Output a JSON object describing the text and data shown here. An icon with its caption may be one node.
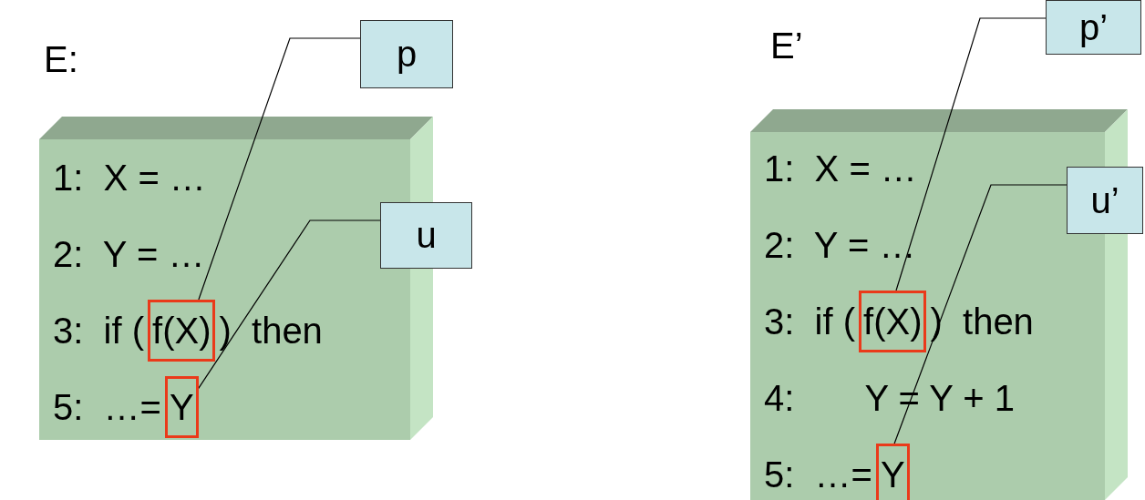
{
  "diagram": {
    "nodes": [
      {
        "text": [
          "E:",
          "1:  X = …",
          "2:  Y = …",
          "3:  if (",
          ")  then",
          "5:  …="
        ]
      },
      {
        "text": [
          "f(X)"
        ],
        "in": 0
      },
      {
        "text": [
          "Y"
        ],
        "in": 0
      },
      {
        "text": [
          "p"
        ]
      },
      {
        "text": [
          "u"
        ]
      },
      {
        "text": [
          "E’",
          "1:  X = …",
          "2:  Y = …",
          "3:  if (",
          ")  then",
          "4:       Y = Y + 1",
          "5:  …="
        ]
      },
      {
        "text": [
          "f(X)"
        ],
        "in": 5
      },
      {
        "text": [
          "Y"
        ],
        "in": 5
      },
      {
        "text": [
          "p’"
        ]
      },
      {
        "text": [
          "u’"
        ]
      }
    ],
    "edges": [
      {
        "from": 3,
        "to": 1,
        "arrow": "none"
      },
      {
        "from": 4,
        "to": 2,
        "arrow": "none"
      },
      {
        "from": 8,
        "to": 6,
        "arrow": "none"
      },
      {
        "from": 9,
        "to": 7,
        "arrow": "none"
      }
    ]
  }
}
